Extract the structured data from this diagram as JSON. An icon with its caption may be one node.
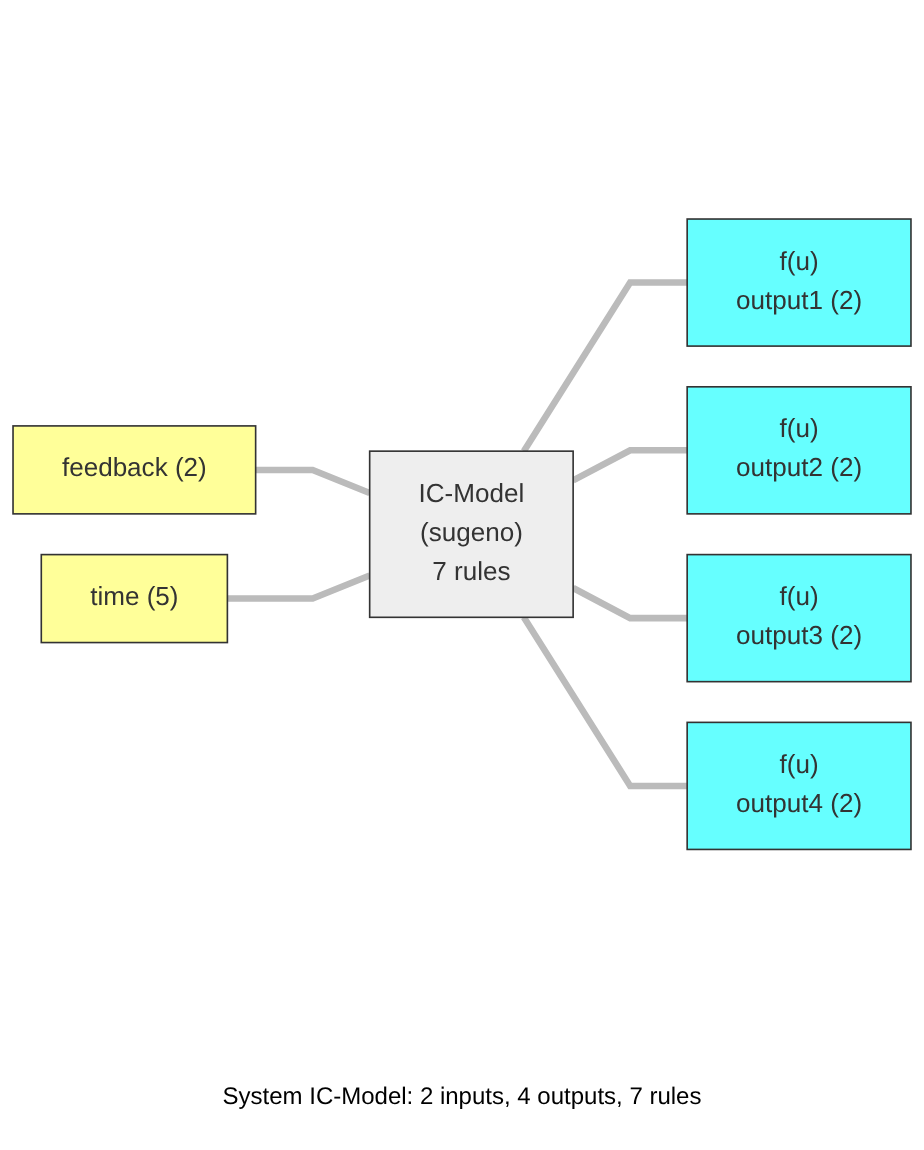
{
  "diagram": {
    "caption": "System IC-Model: 2 inputs, 4 outputs, 7 rules",
    "nodes": [
      {
        "text": [
          "feedback (2)"
        ]
      },
      {
        "text": [
          "time (5)"
        ]
      },
      {
        "text": [
          "IC-Model",
          "(sugeno)",
          "7 rules"
        ]
      },
      {
        "text": [
          "f(u)",
          "output1 (2)"
        ]
      },
      {
        "text": [
          "f(u)",
          "output2 (2)"
        ]
      },
      {
        "text": [
          "f(u)",
          "output3 (2)"
        ]
      },
      {
        "text": [
          "f(u)",
          "output4 (2)"
        ]
      }
    ],
    "edges": [
      {
        "from": 0,
        "to": 2,
        "arrow": "none"
      },
      {
        "from": 1,
        "to": 2,
        "arrow": "none"
      },
      {
        "from": 2,
        "to": 3,
        "arrow": "none"
      },
      {
        "from": 2,
        "to": 4,
        "arrow": "none"
      },
      {
        "from": 2,
        "to": 5,
        "arrow": "none"
      },
      {
        "from": 2,
        "to": 6,
        "arrow": "none"
      }
    ]
  }
}
